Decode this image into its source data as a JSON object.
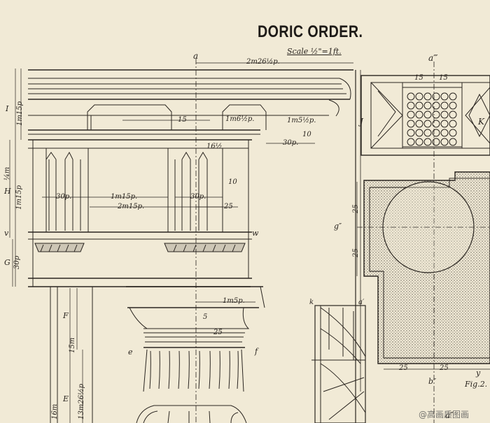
{
  "title": "DORIC ORDER.",
  "scale": "Scale ½\"=1ft.",
  "watermark": "@高画质图画",
  "fig_label": "Fig.2.",
  "ink_color": "#2a2520",
  "paper_color": "#f1ead6",
  "axis_labels": {
    "a_top": "a",
    "a_right": "a‴",
    "a_bottom": "a″",
    "k": "k",
    "a_prime": "a′",
    "v_left": "v",
    "w_right": "w",
    "e": "e",
    "f": "f",
    "g": "g″",
    "b": "b″",
    "y": "y",
    "J": "J",
    "K": "K"
  },
  "dimensions": {
    "top_span": "2m26½p.",
    "cornice_15": "15",
    "mutule_1m6": "1m6½p.",
    "mutule_1m5": "1m5½p.",
    "p30_right": "30p.",
    "p10": "10",
    "p16": "16½",
    "triglyph_30a": "30p.",
    "triglyph_30b": "30p.",
    "metope_1m15": "1m15p.",
    "span_2m15": "2m15p.",
    "d25_mid": "25",
    "d10_mid": "10",
    "capital_1m5": "1m5p.",
    "capital_25": "25",
    "capital_5": "5",
    "coffer_15a": "15",
    "coffer_15b": "15",
    "panel_25a": "25",
    "panel_25b": "25",
    "bottom_25a": "25",
    "bottom_25b": "25"
  },
  "vertical_dims": {
    "I": "I",
    "cornice_height": "1m15p",
    "frieze_h": "H",
    "frieze_height": "1m15p",
    "frieze_quarter": "¼m",
    "arch_G": "G",
    "arch_height": "30p",
    "cap_F": "F",
    "cap_height": "15m",
    "shaft_E": "E",
    "shaft_height": "13m26½p",
    "shaft_total": "16m"
  }
}
